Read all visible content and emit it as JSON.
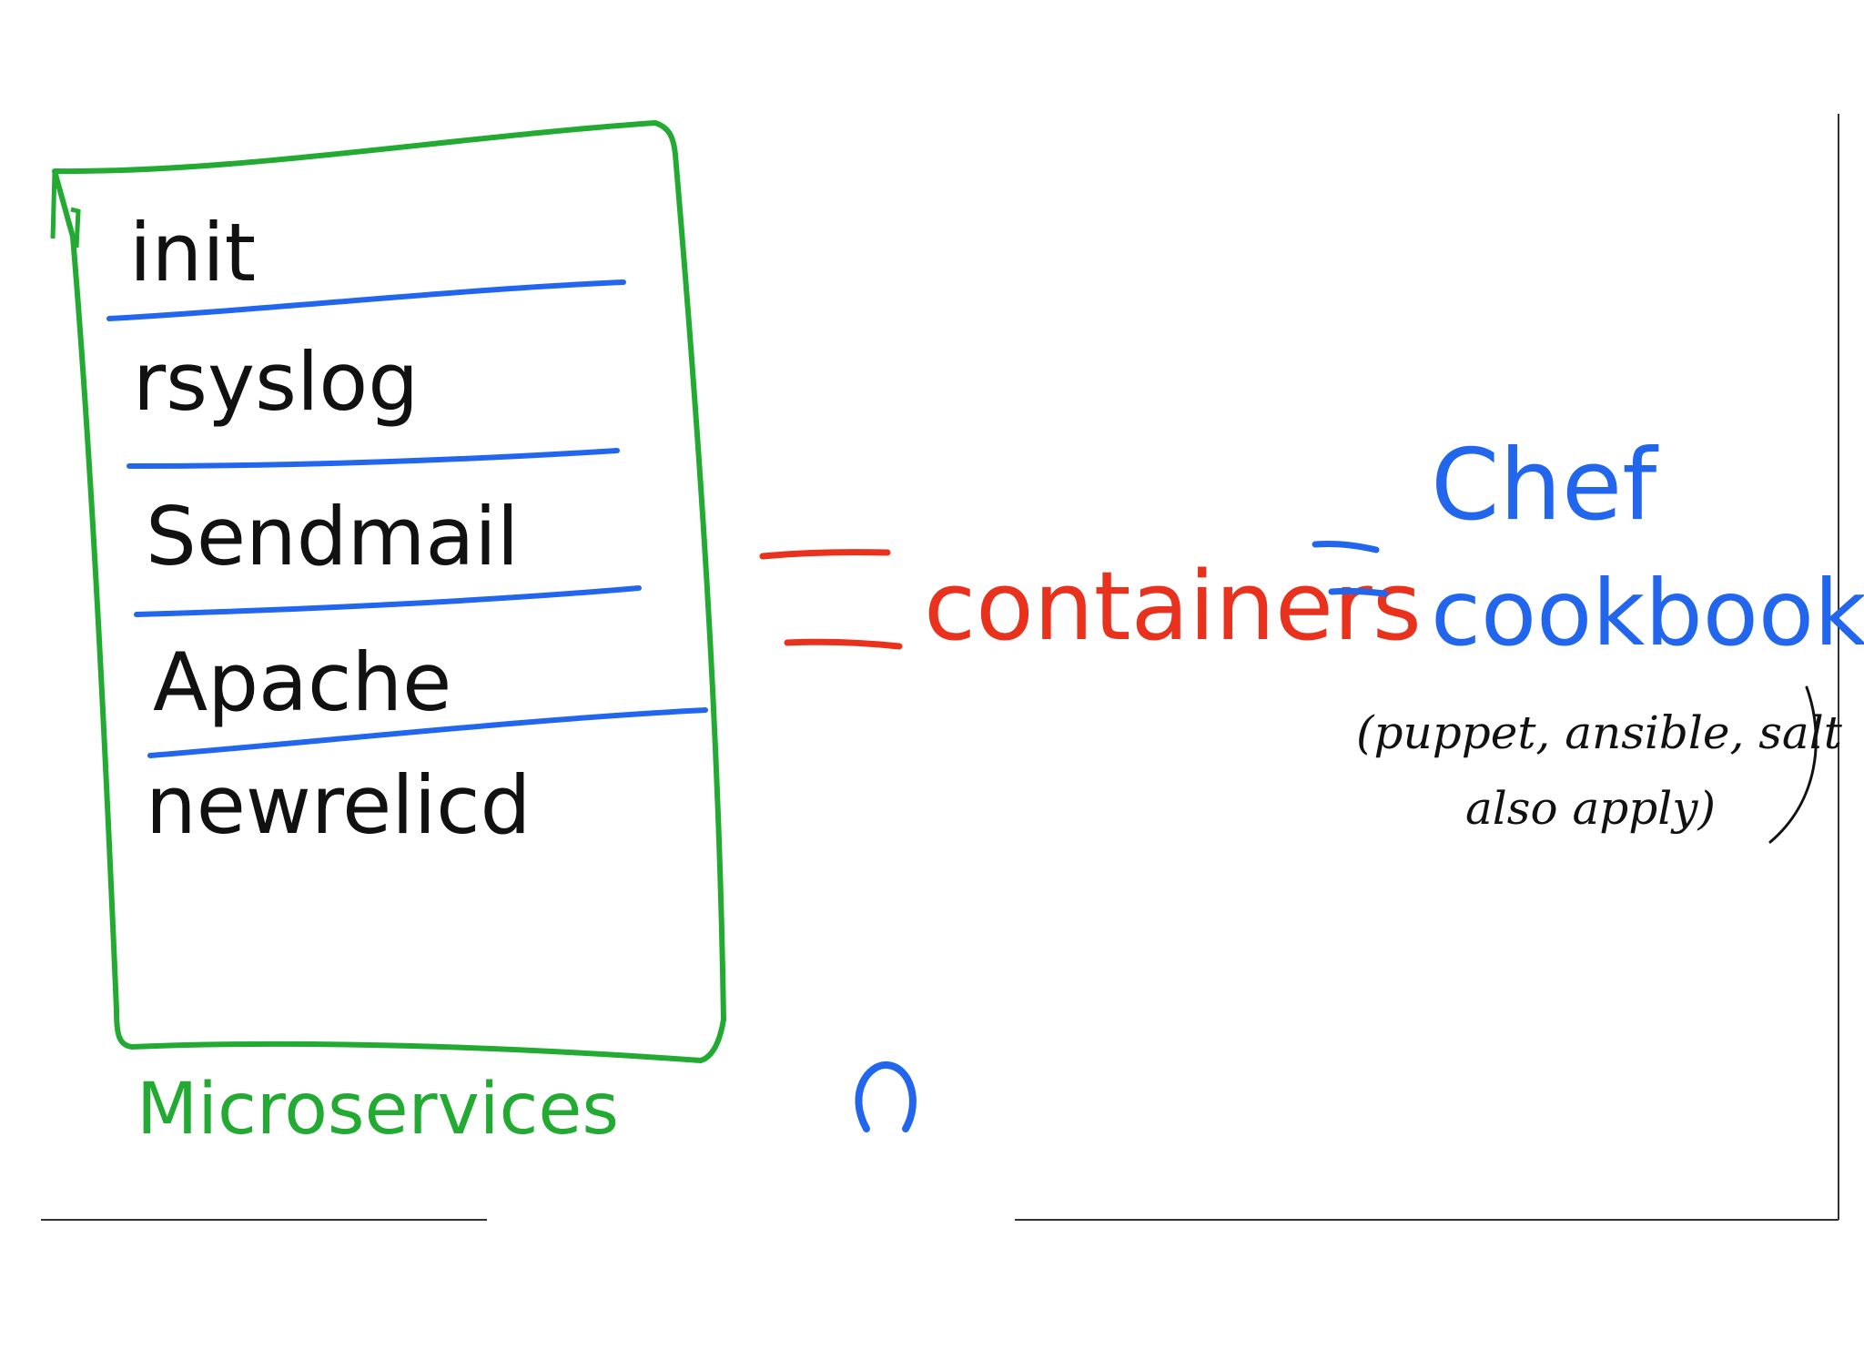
{
  "stack_items": [
    {
      "label": "init"
    },
    {
      "label": "rsyslog"
    },
    {
      "label": "Sendmail"
    },
    {
      "label": "Apache"
    },
    {
      "label": "newrelicd"
    }
  ],
  "box_caption": "Microservices",
  "containers_label": "containers",
  "chef_label": "Chef",
  "cookbooks_label": "cookbooks",
  "note_line1": "(puppet, ansible, salt",
  "note_line2": "also apply)",
  "colors": {
    "box_stroke": "#22aa33",
    "divider": "#2266ee",
    "item_text": "#111111",
    "caption": "#22aa33",
    "containers": "#e8321e",
    "chef": "#2266ee",
    "note": "#111111",
    "rule": "#333333"
  }
}
